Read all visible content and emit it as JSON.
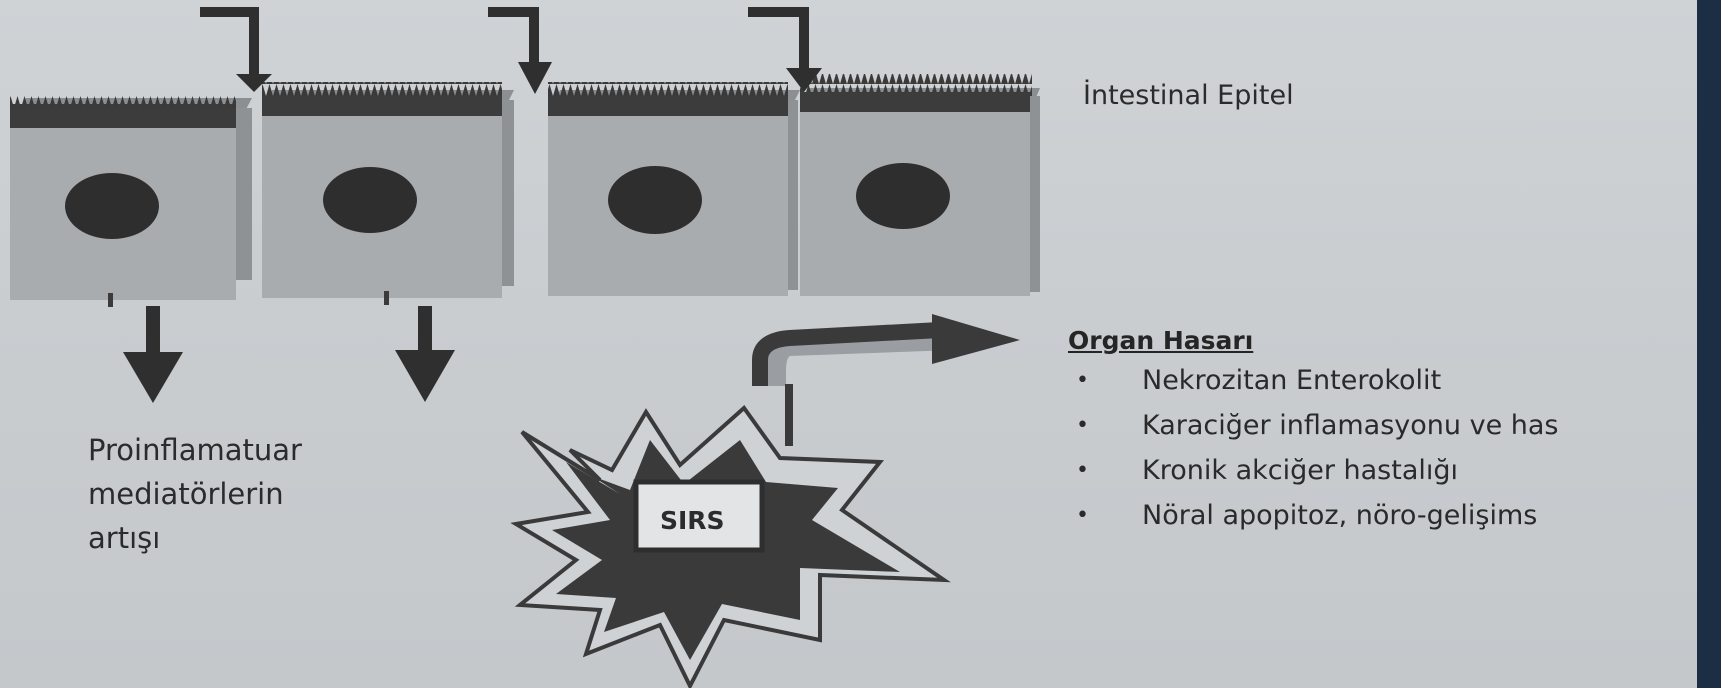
{
  "labels": {
    "epitel": "İntestinal Epitel",
    "proinflamatuar": "Proinflamatuar\nmediatörlerin\nartışı",
    "sirs": "SIRS",
    "organ_title": "Organ Hasarı"
  },
  "organ_items": [
    "Nekrozitan Enterokolit",
    "Karaciğer inflamasyonu ve has",
    "Kronik akciğer hastalığı",
    "Nöral apopitoz, nöro-gelişims"
  ],
  "bullet": "•",
  "colors": {
    "cell_fill": "#a9acaf",
    "nucleus": "#2e2e2e",
    "brush_border": "#3a3a3a",
    "arrow": "#2f2f2f",
    "paper": "#cfd3d6"
  }
}
